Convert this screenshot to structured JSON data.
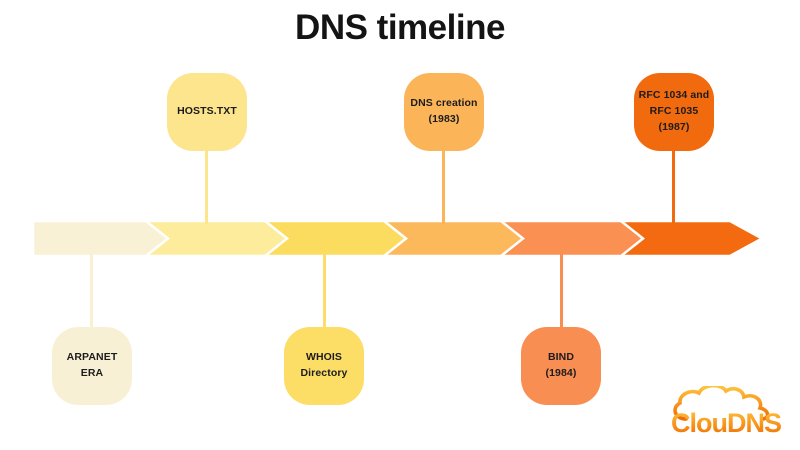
{
  "title": "DNS timeline",
  "timeline": {
    "segments": [
      {
        "name": "segment-1",
        "color": "#F9F1D6"
      },
      {
        "name": "segment-2",
        "color": "#FCEC9B"
      },
      {
        "name": "segment-3",
        "color": "#FCDC5F"
      },
      {
        "name": "segment-4",
        "color": "#FBB95C"
      },
      {
        "name": "segment-5",
        "color": "#FA9051"
      },
      {
        "name": "segment-6",
        "color": "#F36A10"
      }
    ],
    "events": [
      {
        "name": "ARPANET ERA",
        "label_lines": [
          "ARPANET",
          "ERA"
        ],
        "side": "below",
        "color": "#F8F0D5"
      },
      {
        "name": "HOSTS.TXT",
        "label_lines": [
          "HOSTS.TXT"
        ],
        "side": "above",
        "color": "#FCE58C"
      },
      {
        "name": "WHOIS Directory",
        "label_lines": [
          "WHOIS",
          "Directory"
        ],
        "side": "below",
        "color": "#FCDD66"
      },
      {
        "name": "DNS creation (1983)",
        "label_lines": [
          "DNS creation",
          "(1983)"
        ],
        "side": "above",
        "color": "#FBB458"
      },
      {
        "name": "BIND (1984)",
        "label_lines": [
          "BIND",
          "(1984)"
        ],
        "side": "below",
        "color": "#F98E52"
      },
      {
        "name": "RFC 1034 and RFC 1035 (1987)",
        "label_lines": [
          "RFC 1034 and",
          "RFC 1035",
          "(1987)"
        ],
        "side": "above",
        "color": "#F26A0E"
      }
    ]
  },
  "logo": {
    "text": "ClouDNS",
    "gradient_top": "#FFC63F",
    "gradient_bottom": "#F06B00"
  }
}
